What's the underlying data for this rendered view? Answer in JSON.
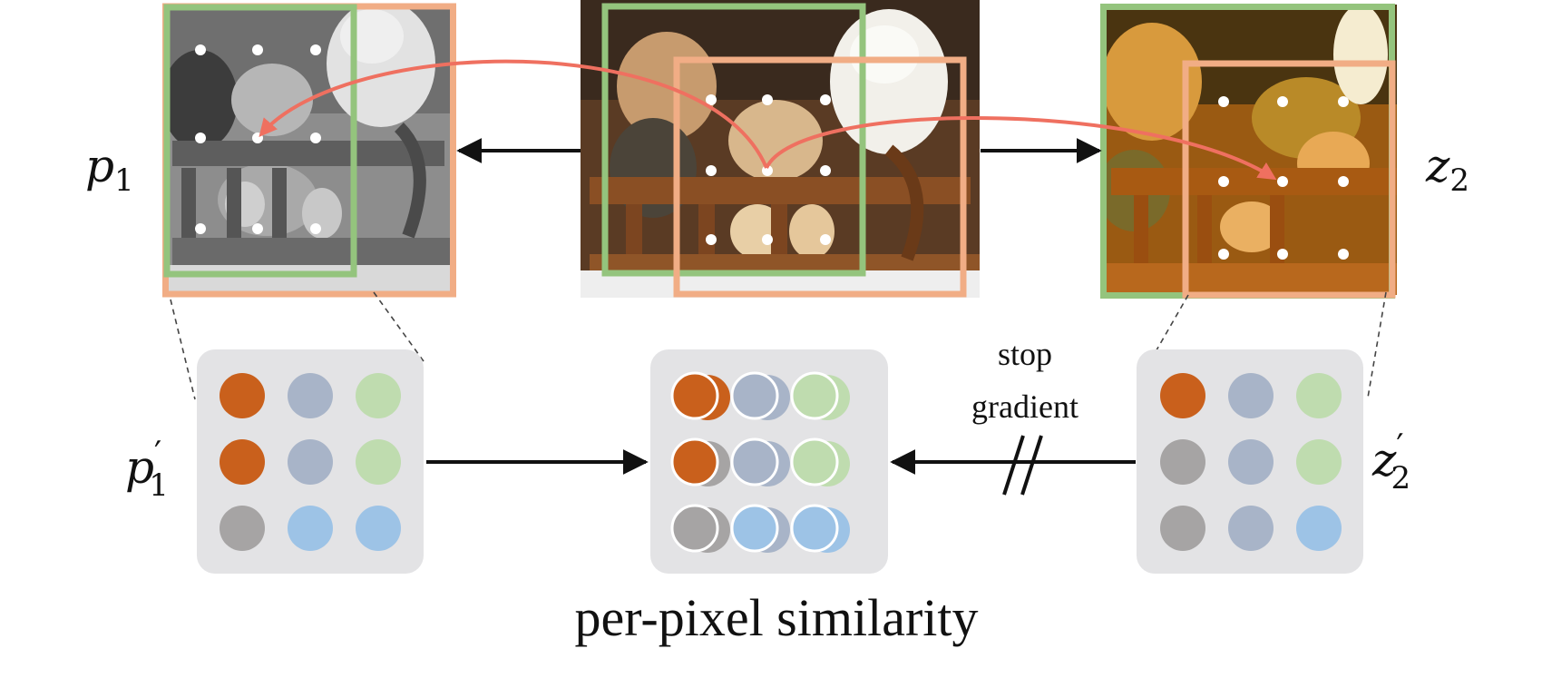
{
  "labels": {
    "p1": "p",
    "p1_sub": "1",
    "z2": "z",
    "z2_sub": "2",
    "p1_prime": "p",
    "p1_prime_sub": "1",
    "z2_prime": "z",
    "z2_prime_sub": "2",
    "prime_mark": "′",
    "stop_gradient_line1": "stop",
    "stop_gradient_line2": "gradient",
    "caption": "per-pixel similarity"
  },
  "views": {
    "left": "grayscale-teddy-bear-view",
    "center": "original-teddy-bear-image",
    "right": "color-jittered-teddy-bear-view"
  },
  "colors": {
    "green_crop": "#94c47d",
    "orange_crop": "#f1ad85",
    "arrow_red": "#ef7060",
    "panel_bg": "#e3e3e5",
    "feat_orange": "#c9601c",
    "feat_slate": "#a8b4c8",
    "feat_green": "#bfdcaf",
    "feat_gray": "#a6a4a4",
    "feat_blue": "#9dc3e6"
  },
  "feature_grids": {
    "p1_prime": [
      [
        "orange",
        "slate",
        "green"
      ],
      [
        "orange",
        "slate",
        "green"
      ],
      [
        "gray",
        "blue",
        "blue"
      ]
    ],
    "z2_prime": [
      [
        "orange",
        "slate",
        "green"
      ],
      [
        "gray",
        "slate",
        "green"
      ],
      [
        "gray",
        "slate",
        "blue"
      ]
    ]
  }
}
